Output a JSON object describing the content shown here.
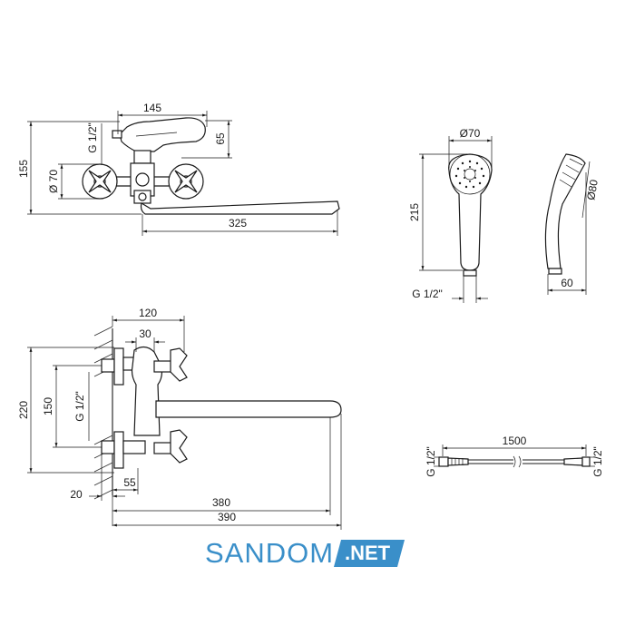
{
  "front_view": {
    "width_top": "145",
    "thread": "G 1/2\"",
    "handle_height": "65",
    "total_height": "155",
    "flange_dia": "Ø 70",
    "spout_length": "325"
  },
  "shower_head": {
    "face_dia": "Ø70",
    "length": "215",
    "thread": "G 1/2\"",
    "side_dia": "Ø80",
    "depth": "60"
  },
  "side_view": {
    "depth": "120",
    "top_width": "30",
    "height": "220",
    "inlet_spacing": "150",
    "thread": "G 1/2\"",
    "offset_55": "55",
    "wall_gap": "20",
    "reach_380": "380",
    "reach_390": "390"
  },
  "hose": {
    "length": "1500",
    "thread_left": "G 1/2\"",
    "thread_right": "G 1/2\""
  },
  "brand": {
    "name": "SANDOM",
    "tld": ".NET",
    "color": "#3a8fc9"
  }
}
